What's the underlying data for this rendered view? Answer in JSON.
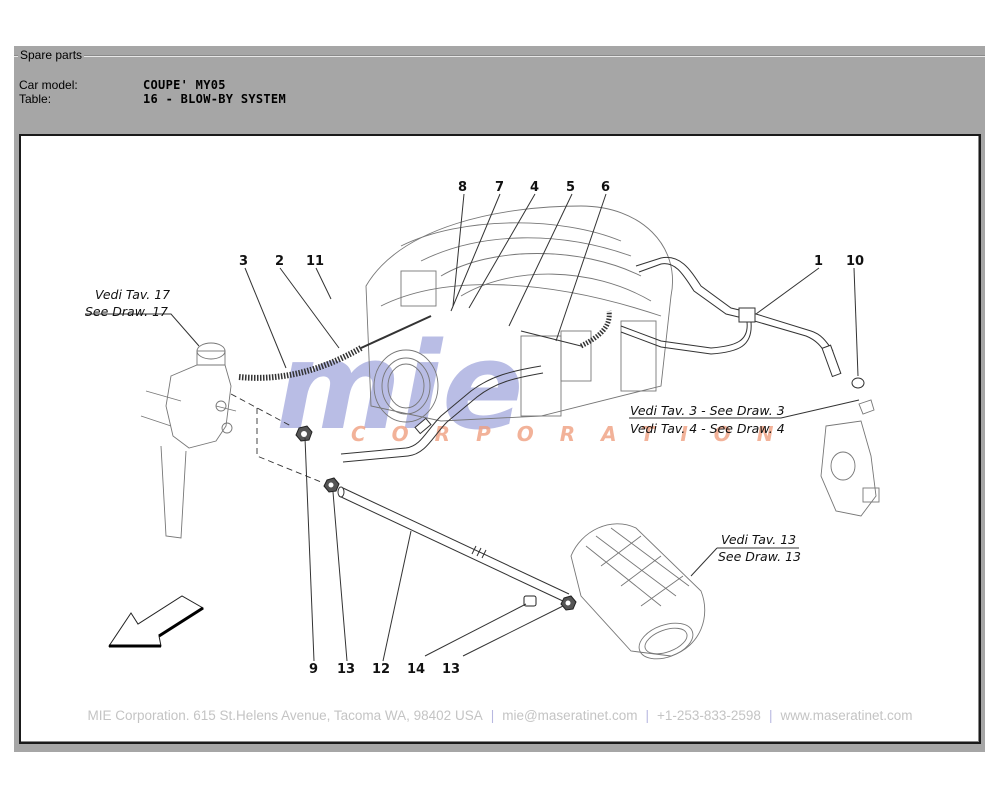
{
  "panel": {
    "group_title": "Spare parts",
    "car_model_label": "Car model:",
    "car_model_value": "COUPE' MY05",
    "table_label": "Table:",
    "table_value": "16 - BLOW-BY SYSTEM"
  },
  "diagram": {
    "callouts_top": [
      "8",
      "7",
      "4",
      "5",
      "6"
    ],
    "callouts_left": [
      "3",
      "2",
      "11"
    ],
    "callouts_right": [
      "1",
      "10"
    ],
    "callouts_bottom": [
      "9",
      "13",
      "12",
      "14",
      "13"
    ],
    "references": {
      "tav17_line1": "Vedi Tav. 17",
      "tav17_line2": "See Draw. 17",
      "tav3_line": "Vedi Tav. 3 - See Draw. 3",
      "tav4_line": "Vedi Tav. 4 - See Draw. 4",
      "tav13_line1": "Vedi Tav. 13",
      "tav13_line2": "See Draw. 13"
    },
    "watermark": {
      "logo": "mie",
      "subtitle": "CORPORATION",
      "logo_color": "#8f95d6",
      "subtitle_color": "#f0a080"
    },
    "orientation_arrow": "arrow-down-left-icon"
  },
  "footer": {
    "address": "MIE Corporation. 615 St.Helens Avenue, Tacoma WA, 98402 USA",
    "email": "mie@maseratinet.com",
    "phone": "+1-253-833-2598",
    "website": "www.maseratinet.com"
  },
  "colors": {
    "panel_bg": "#a6a6a6",
    "frame_bg": "#ffffff",
    "footer_text": "#c4c4c4"
  }
}
